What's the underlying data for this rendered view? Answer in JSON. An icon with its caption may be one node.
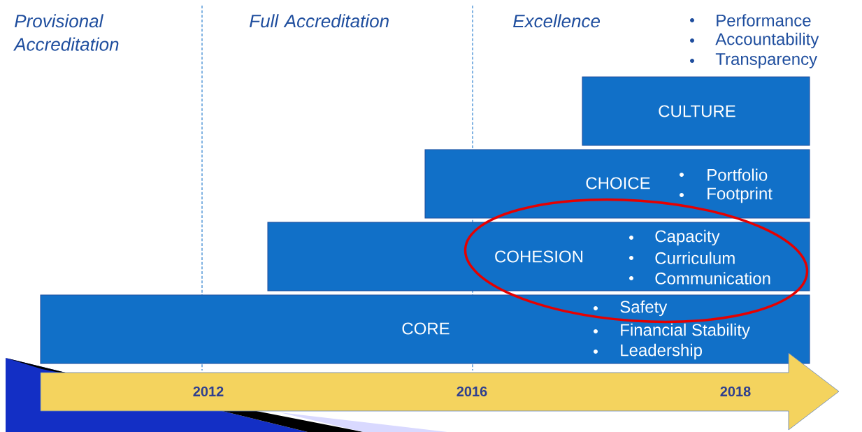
{
  "diagram": {
    "nodes": [
      {
        "text": [
          "CULTURE"
        ],
        "beside": [
          "Performance",
          "Accountability",
          "Transparency"
        ]
      },
      {
        "text": [
          "CHOICE",
          "Portfolio",
          "Footprint"
        ]
      },
      {
        "text": [
          "COHESION",
          "Capacity",
          "Curriculum",
          "Communication"
        ]
      },
      {
        "text": [
          "CORE",
          "Safety",
          "Financial Stability",
          "Leadership"
        ]
      },
      {
        "text": [
          "2012",
          "2016",
          "2018"
        ]
      }
    ],
    "labels": [
      "Provisional Accreditation",
      "Full Accreditation",
      "Excellence"
    ]
  }
}
